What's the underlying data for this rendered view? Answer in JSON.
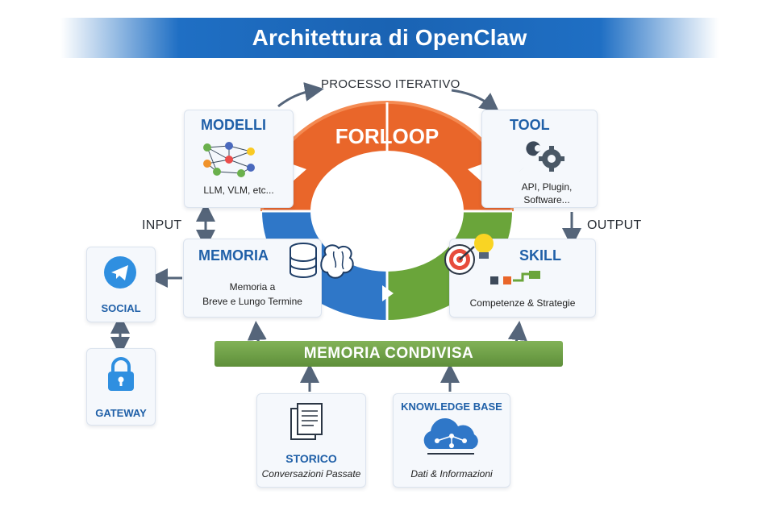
{
  "title": "Architettura di OpenClaw",
  "labels": {
    "process": "PROCESSO ITERATIVO",
    "input": "INPUT",
    "output": "OUTPUT"
  },
  "loop": {
    "label": "FORLOOP"
  },
  "modelli": {
    "title": "MODELLI",
    "subtitle": "LLM, VLM, etc..."
  },
  "tool": {
    "title": "TOOL",
    "subtitle_line1": "API, Plugin,",
    "subtitle_line2": "Software..."
  },
  "memoria": {
    "title": "MEMORIA",
    "subtitle_line1": "Memoria a",
    "subtitle_line2": "Breve e Lungo Termine"
  },
  "skill": {
    "title": "SKILL",
    "subtitle": "Competenze & Strategie"
  },
  "social": {
    "title": "SOCIAL"
  },
  "gateway": {
    "title": "GATEWAY"
  },
  "memoria_condivisa": {
    "label": "MEMORIA CONDIVISA"
  },
  "storico": {
    "title": "STORICO",
    "subtitle": "Conversazioni Passate"
  },
  "knowledge": {
    "title": "KNOWLEDGE BASE",
    "subtitle": "Dati & Informazioni"
  },
  "colors": {
    "banner": "#1a63b3",
    "loop_orange": "#e9662a",
    "loop_blue": "#2f77c8",
    "loop_green": "#6aa53a",
    "title_blue": "#2060a8",
    "shared_bar": "#6f9d46"
  },
  "icons": [
    "network-icon",
    "wrench-gear-icon",
    "database-brain-icon",
    "target-bulb-icon",
    "telegram-icon",
    "lock-icon",
    "documents-icon",
    "cloud-network-icon"
  ]
}
